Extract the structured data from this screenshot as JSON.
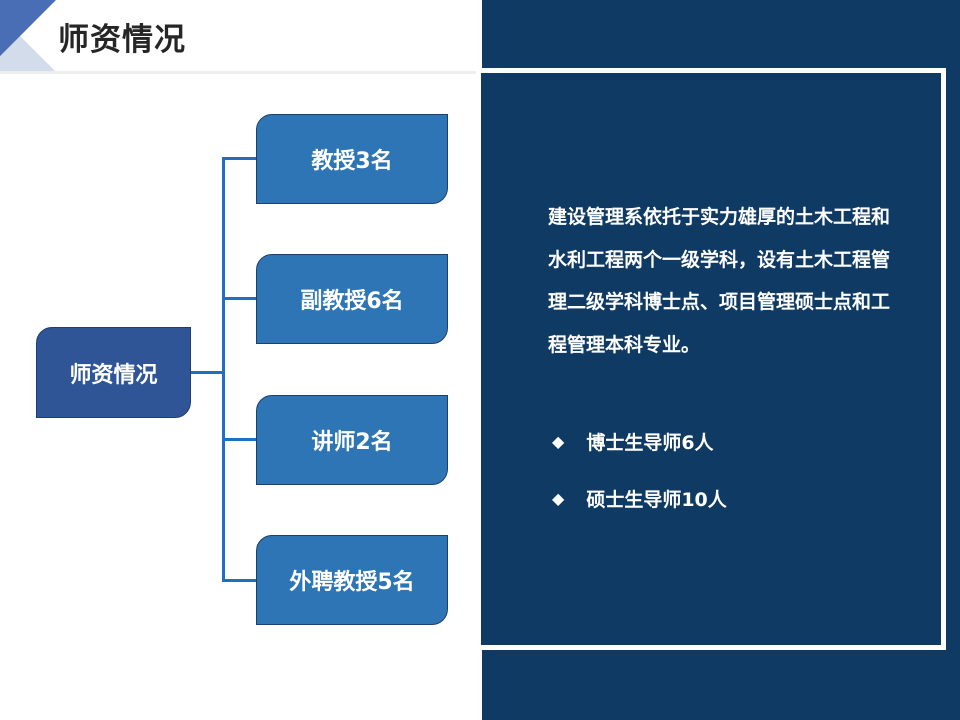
{
  "header": {
    "title": "师资情况"
  },
  "diagram": {
    "root": "师资情况",
    "children": [
      "教授3名",
      "副教授6名",
      "讲师2名",
      "外聘教授5名"
    ]
  },
  "panel": {
    "paragraph": "建设管理系依托于实力雄厚的土木工程和水利工程两个一级学科，设有土木工程管理二级学科博士点、项目管理硕士点和工程管理本科专业。",
    "bullets": [
      "博士生导师6人",
      "硕士生导师10人"
    ],
    "bullet_icon": "diamond-icon"
  },
  "colors": {
    "panel": "#0f3a63",
    "root": "#2f5597",
    "child": "#2e75b6",
    "connector": "#1f6fc5"
  }
}
